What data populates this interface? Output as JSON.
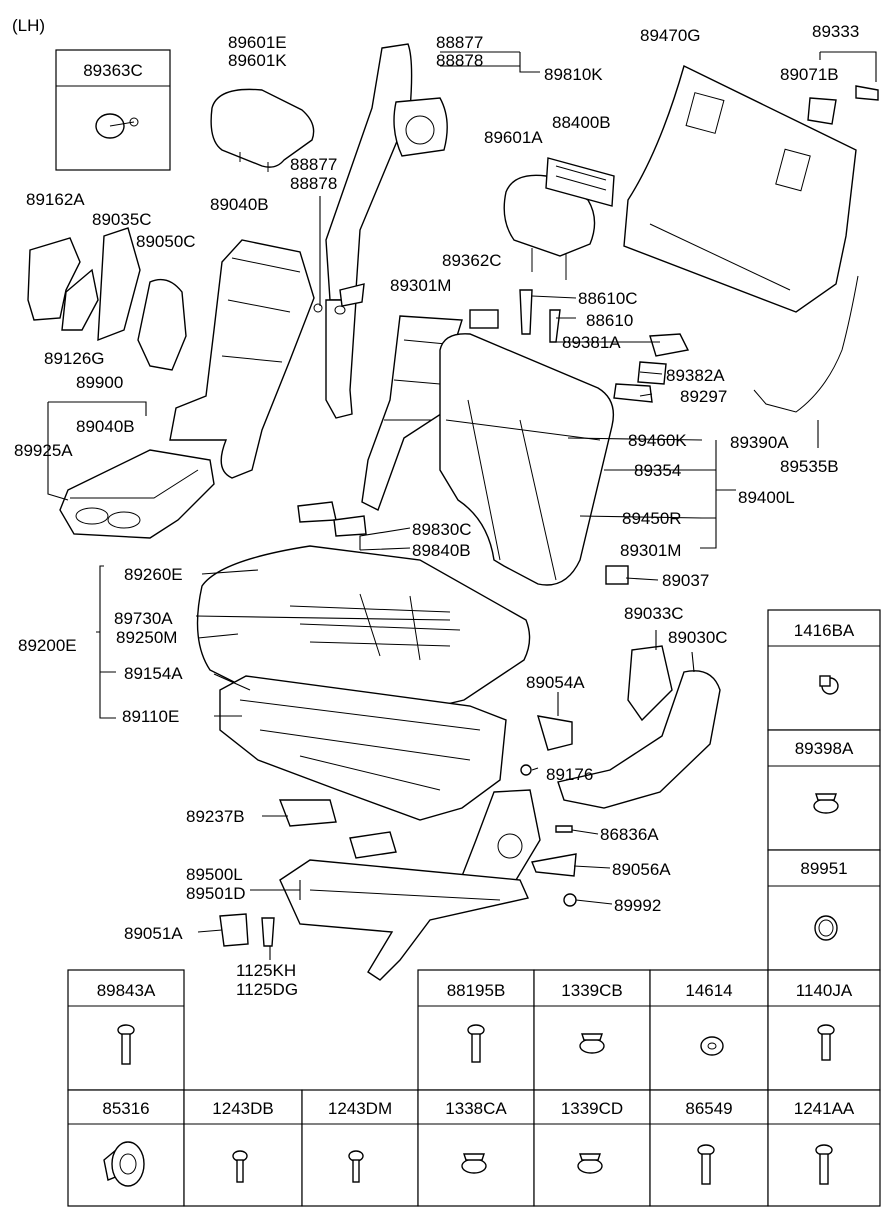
{
  "variant": "(LH)",
  "callouts": [
    {
      "key": "c89601E",
      "text": "89601E"
    },
    {
      "key": "c89601K",
      "text": "89601K"
    },
    {
      "key": "c88877a",
      "text": "88877"
    },
    {
      "key": "c88878a",
      "text": "88878"
    },
    {
      "key": "c89810K",
      "text": "89810K"
    },
    {
      "key": "c89470G",
      "text": "89470G"
    },
    {
      "key": "c89333",
      "text": "89333"
    },
    {
      "key": "c89071B",
      "text": "89071B"
    },
    {
      "key": "c88400B",
      "text": "88400B"
    },
    {
      "key": "c89601A",
      "text": "89601A"
    },
    {
      "key": "c88877b",
      "text": "88877"
    },
    {
      "key": "c88878b",
      "text": "88878"
    },
    {
      "key": "c89162A",
      "text": "89162A"
    },
    {
      "key": "c89035C",
      "text": "89035C"
    },
    {
      "key": "c89050C",
      "text": "89050C"
    },
    {
      "key": "c89040B_a",
      "text": "89040B"
    },
    {
      "key": "c89362C",
      "text": "89362C"
    },
    {
      "key": "c89301M_a",
      "text": "89301M"
    },
    {
      "key": "c88610C",
      "text": "88610C"
    },
    {
      "key": "c88610",
      "text": "88610"
    },
    {
      "key": "c89381A",
      "text": "89381A"
    },
    {
      "key": "c89126G",
      "text": "89126G"
    },
    {
      "key": "c89900",
      "text": "89900"
    },
    {
      "key": "c89382A",
      "text": "89382A"
    },
    {
      "key": "c89297",
      "text": "89297"
    },
    {
      "key": "c89040B_b",
      "text": "89040B"
    },
    {
      "key": "c89390A",
      "text": "89390A"
    },
    {
      "key": "c89925A",
      "text": "89925A"
    },
    {
      "key": "c89460K",
      "text": "89460K"
    },
    {
      "key": "c89535B",
      "text": "89535B"
    },
    {
      "key": "c89354",
      "text": "89354"
    },
    {
      "key": "c89400L",
      "text": "89400L"
    },
    {
      "key": "c89830C",
      "text": "89830C"
    },
    {
      "key": "c89450R",
      "text": "89450R"
    },
    {
      "key": "c89840B",
      "text": "89840B"
    },
    {
      "key": "c89301M_b",
      "text": "89301M"
    },
    {
      "key": "c89260E",
      "text": "89260E"
    },
    {
      "key": "c89037",
      "text": "89037"
    },
    {
      "key": "c89033C",
      "text": "89033C"
    },
    {
      "key": "c89730A",
      "text": "89730A"
    },
    {
      "key": "c89030C",
      "text": "89030C"
    },
    {
      "key": "c89250M",
      "text": "89250M"
    },
    {
      "key": "c89200E",
      "text": "89200E"
    },
    {
      "key": "c89154A",
      "text": "89154A"
    },
    {
      "key": "c89054A",
      "text": "89054A"
    },
    {
      "key": "c89110E",
      "text": "89110E"
    },
    {
      "key": "c89176",
      "text": "89176"
    },
    {
      "key": "c89237B",
      "text": "89237B"
    },
    {
      "key": "c86836A",
      "text": "86836A"
    },
    {
      "key": "c89500L",
      "text": "89500L"
    },
    {
      "key": "c89056A",
      "text": "89056A"
    },
    {
      "key": "c89501D",
      "text": "89501D"
    },
    {
      "key": "c89992",
      "text": "89992"
    },
    {
      "key": "c89051A",
      "text": "89051A"
    },
    {
      "key": "c1125KH",
      "text": "1125KH"
    },
    {
      "key": "c1125DG",
      "text": "1125DG"
    }
  ],
  "legend_boxes": [
    {
      "code": "89363C",
      "icon": "push-clip-icon"
    },
    {
      "code": "1416BA",
      "icon": "grommet-icon"
    },
    {
      "code": "89398A",
      "icon": "flange-nut-icon"
    },
    {
      "code": "89951",
      "icon": "ring-icon"
    },
    {
      "code": "89843A",
      "icon": "bolt-icon"
    },
    {
      "code": "88195B",
      "icon": "bolt-icon"
    },
    {
      "code": "1339CB",
      "icon": "flange-nut-icon"
    },
    {
      "code": "14614",
      "icon": "washer-icon"
    },
    {
      "code": "1140JA",
      "icon": "bolt-icon"
    },
    {
      "code": "85316",
      "icon": "fir-tree-clip-icon"
    },
    {
      "code": "1243DB",
      "icon": "screw-icon"
    },
    {
      "code": "1243DM",
      "icon": "screw-icon"
    },
    {
      "code": "1338CA",
      "icon": "flange-nut-icon"
    },
    {
      "code": "1339CD",
      "icon": "flange-nut-icon"
    },
    {
      "code": "86549",
      "icon": "bolt-icon"
    },
    {
      "code": "1241AA",
      "icon": "bolt-icon"
    }
  ]
}
